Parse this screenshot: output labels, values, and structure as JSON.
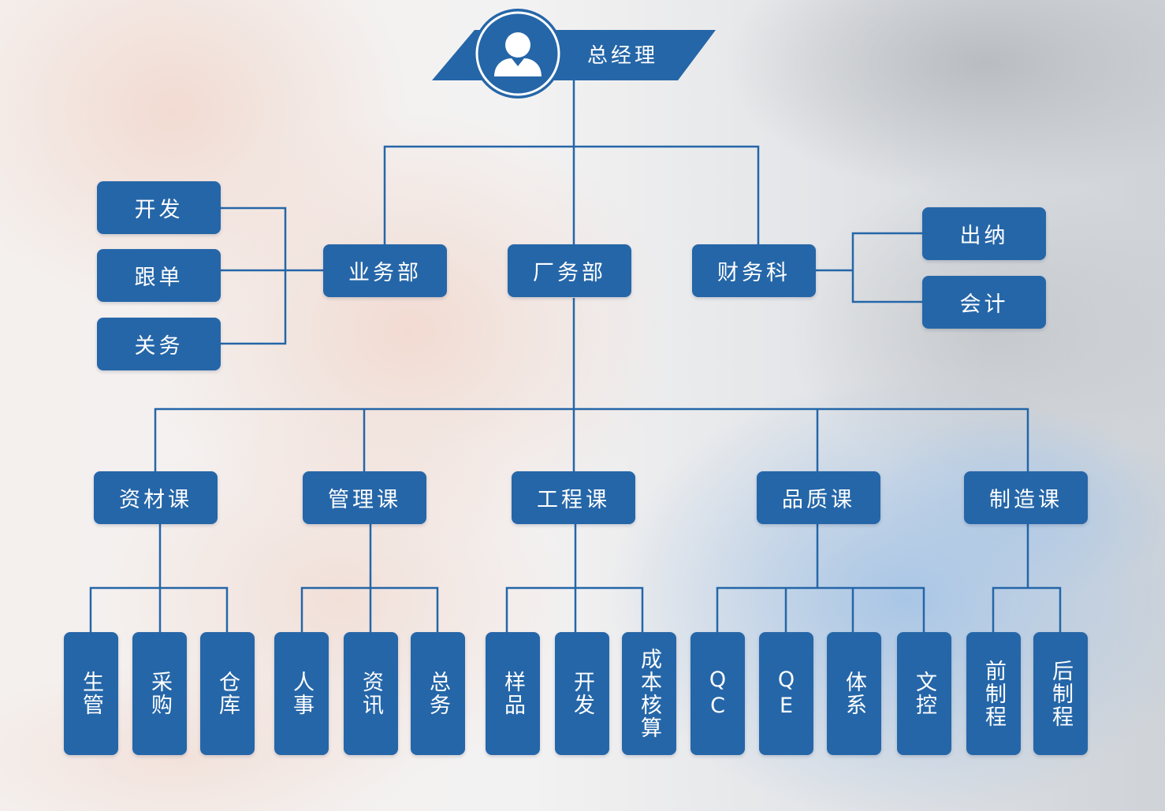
{
  "root": {
    "label": "总经理",
    "icon": "user-icon"
  },
  "departments": {
    "business": {
      "label": "业务部",
      "subs": [
        "开发",
        "跟单",
        "关务"
      ]
    },
    "factory": {
      "label": "厂务部"
    },
    "finance": {
      "label": "财务科",
      "subs": [
        "出纳",
        "会计"
      ]
    }
  },
  "sections": [
    {
      "label": "资材课",
      "units": [
        "生管",
        "采购",
        "仓库"
      ]
    },
    {
      "label": "管理课",
      "units": [
        "人事",
        "资讯",
        "总务"
      ]
    },
    {
      "label": "工程课",
      "units": [
        "样品",
        "开发",
        "成本核算"
      ]
    },
    {
      "label": "品质课",
      "units": [
        "QC",
        "QE",
        "体系",
        "文控"
      ]
    },
    {
      "label": "制造课",
      "units": [
        "前制程",
        "后制程"
      ]
    }
  ],
  "colors": {
    "box": "#2566a8",
    "line": "#2566a8",
    "text": "#ffffff"
  }
}
